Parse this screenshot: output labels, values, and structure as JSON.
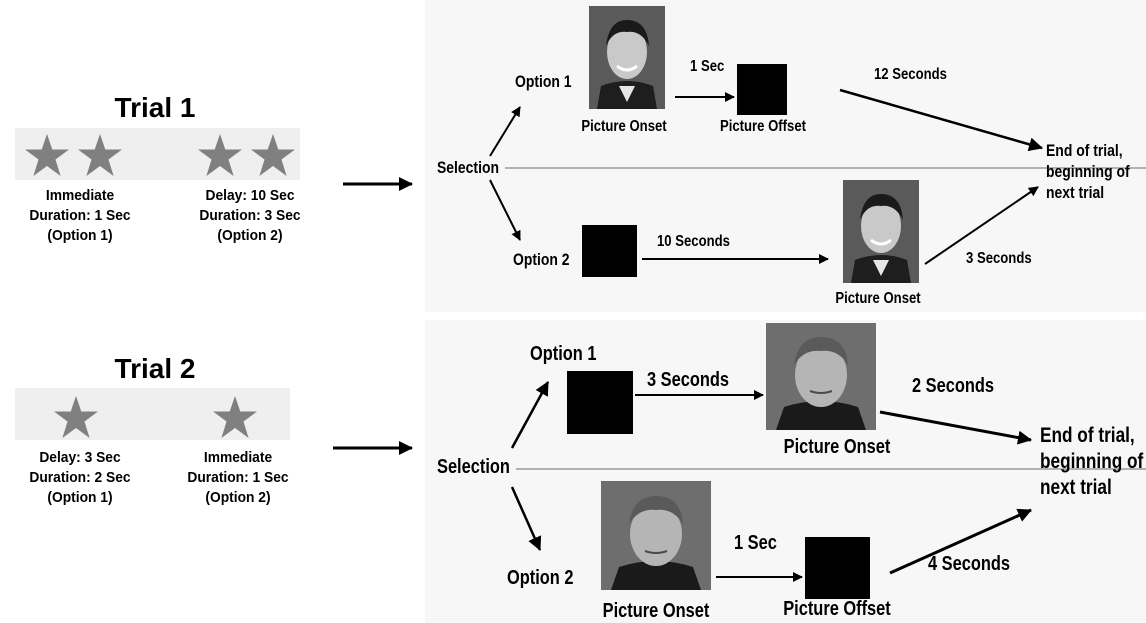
{
  "trial1": {
    "title": "Trial 1",
    "option1": {
      "line1": "Immediate",
      "line2": "Duration: 1 Sec",
      "line3": "(Option 1)",
      "stars": 2
    },
    "option2": {
      "line1": "Delay: 10 Sec",
      "line2": "Duration: 3 Sec",
      "line3": "(Option 2)",
      "stars": 2
    },
    "selection": "Selection",
    "opt1_label": "Option 1",
    "opt2_label": "Option 2",
    "one_sec": "1 Sec",
    "twelve_seconds": "12 Seconds",
    "ten_seconds": "10 Seconds",
    "three_seconds": "3 Seconds",
    "picture_onset_top": "Picture Onset",
    "picture_offset_top": "Picture Offset",
    "picture_onset_bottom": "Picture Onset",
    "end_line1": "End of trial,",
    "end_line2": "beginning of",
    "end_line3": "next trial"
  },
  "trial2": {
    "title": "Trial 2",
    "option1": {
      "line1": "Delay: 3 Sec",
      "line2": "Duration: 2 Sec",
      "line3": "(Option 1)",
      "stars": 1
    },
    "option2": {
      "line1": "Immediate",
      "line2": "Duration: 1 Sec",
      "line3": "(Option 2)",
      "stars": 1
    },
    "selection": "Selection",
    "opt1_label": "Option 1",
    "opt2_label": "Option 2",
    "three_seconds": "3 Seconds",
    "two_seconds": "2 Seconds",
    "one_sec": "1 Sec",
    "four_seconds": "4 Seconds",
    "picture_onset_top": "Picture Onset",
    "picture_onset_bottom": "Picture Onset",
    "picture_offset_bottom": "Picture Offset",
    "end_line1": "End of trial,",
    "end_line2": "beginning of",
    "end_line3": "next trial"
  },
  "colors": {
    "star": "#808080",
    "line": "#000000",
    "divider": "#9a9a9a"
  }
}
